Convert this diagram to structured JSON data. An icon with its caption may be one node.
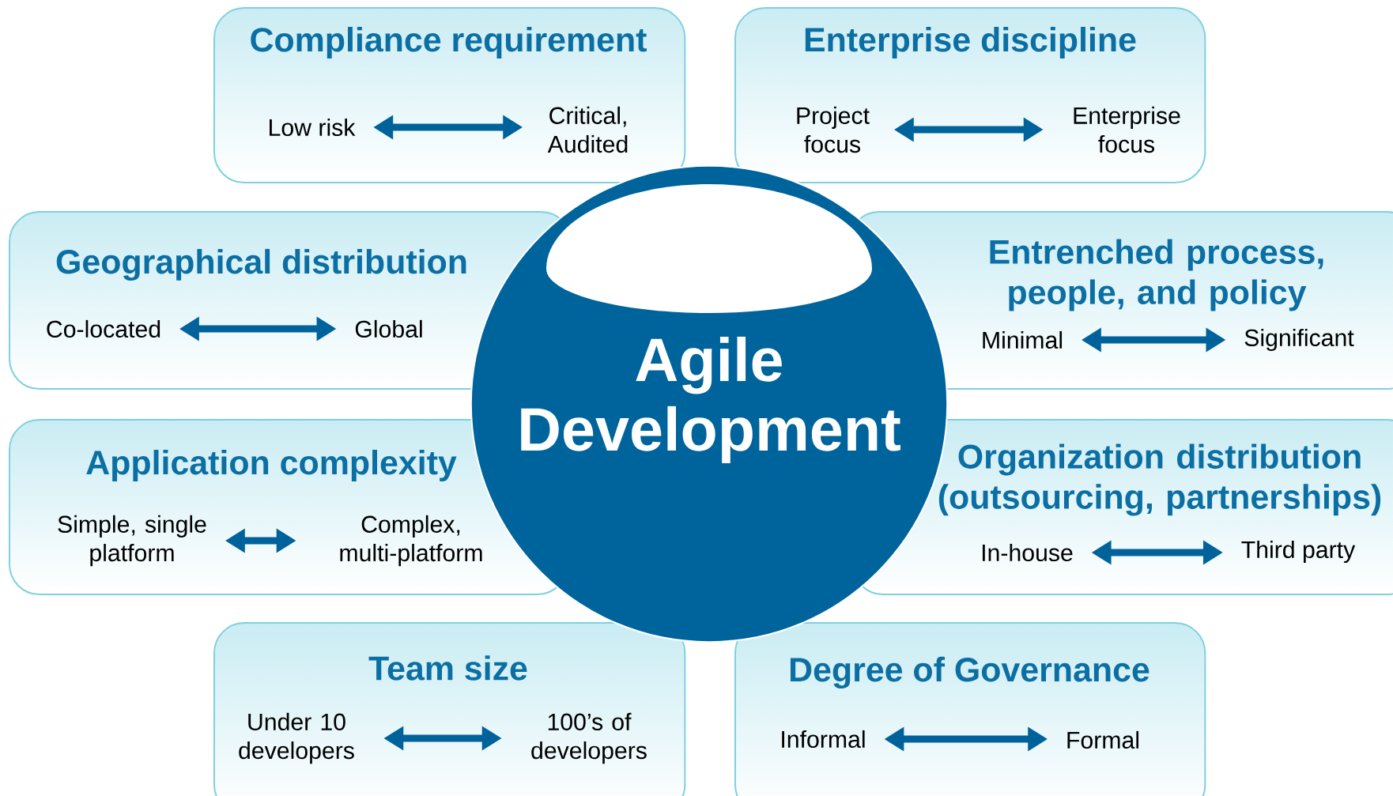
{
  "diagram": {
    "nodes": [
      {
        "text": [
          "Compliance requirement"
        ]
      },
      {
        "text": [
          "Low risk"
        ],
        "in": 0
      },
      {
        "text": [
          "Critical, Audited"
        ],
        "in": 0
      },
      {
        "text": [
          "Enterprise discipline"
        ]
      },
      {
        "text": [
          "Project focus"
        ],
        "in": 3
      },
      {
        "text": [
          "Enterprise focus"
        ],
        "in": 3
      },
      {
        "text": [
          "Geographical distribution"
        ]
      },
      {
        "text": [
          "Co-located"
        ],
        "in": 6
      },
      {
        "text": [
          "Global"
        ],
        "in": 6
      },
      {
        "text": [
          "Entrenched process, people, and policy"
        ]
      },
      {
        "text": [
          "Minimal"
        ],
        "in": 9
      },
      {
        "text": [
          "Significant"
        ],
        "in": 9
      },
      {
        "text": [
          "Agile Development"
        ]
      },
      {
        "text": [
          "Application complexity"
        ]
      },
      {
        "text": [
          "Simple, single platform"
        ],
        "in": 13
      },
      {
        "text": [
          "Complex, multi-platform"
        ],
        "in": 13
      },
      {
        "text": [
          "Organization distribution (outsourcing, partnerships)"
        ]
      },
      {
        "text": [
          "In-house"
        ],
        "in": 16
      },
      {
        "text": [
          "Third party"
        ],
        "in": 16
      },
      {
        "text": [
          "Team size"
        ]
      },
      {
        "text": [
          "Under 10 developers"
        ],
        "in": 19
      },
      {
        "text": [
          "100’s of developers"
        ],
        "in": 19
      },
      {
        "text": [
          "Degree of Governance"
        ]
      },
      {
        "text": [
          "Informal"
        ],
        "in": 22
      },
      {
        "text": [
          "Formal"
        ],
        "in": 22
      }
    ],
    "edges": [
      {
        "from": 1,
        "to": 2,
        "arrow": "both"
      },
      {
        "from": 4,
        "to": 5,
        "arrow": "both"
      },
      {
        "from": 7,
        "to": 8,
        "arrow": "both"
      },
      {
        "from": 10,
        "to": 11,
        "arrow": "both"
      },
      {
        "from": 14,
        "to": 15,
        "arrow": "both"
      },
      {
        "from": 17,
        "to": 18,
        "arrow": "both"
      },
      {
        "from": 20,
        "to": 21,
        "arrow": "both"
      },
      {
        "from": 23,
        "to": 24,
        "arrow": "both"
      }
    ]
  }
}
